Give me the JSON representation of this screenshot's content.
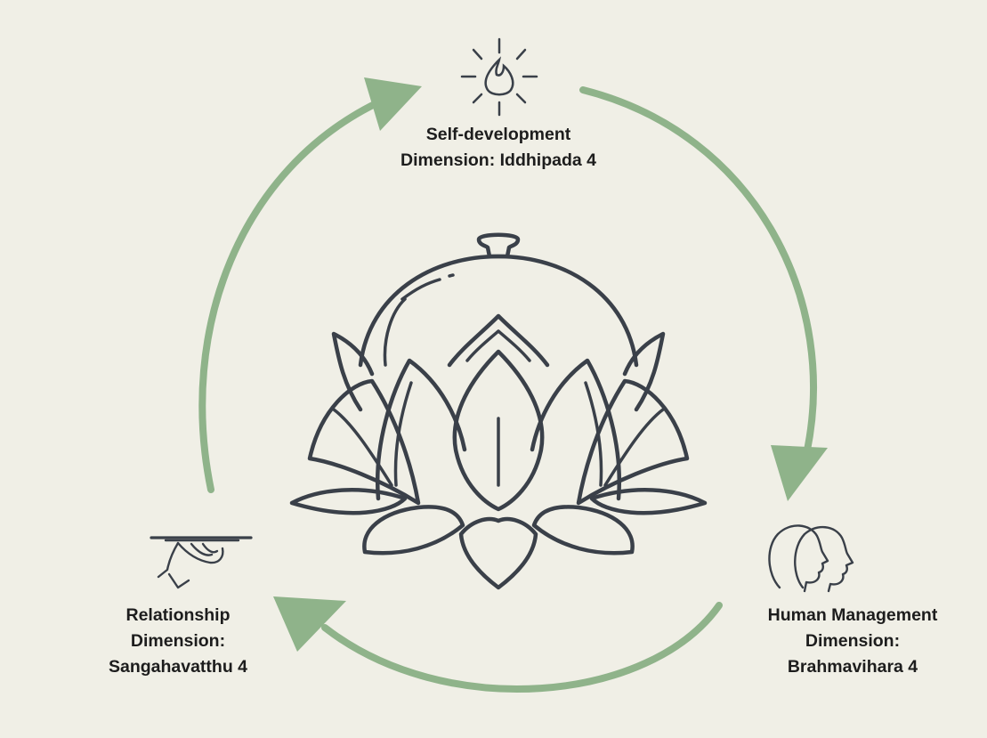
{
  "colors": {
    "background": "#f0efe6",
    "cycle_arrow": "#8fb38a",
    "line_art": "#3a4049",
    "text": "#1d1d1d"
  },
  "nodes": {
    "self_development": {
      "icon": "flame-sun-icon",
      "line1": "Self-development",
      "line2": "Dimension: Iddhipada 4"
    },
    "relationship": {
      "icon": "serving-tray-hand-icon",
      "line1": "Relationship",
      "line2": "Dimension:",
      "line3": "Sangahavatthu 4"
    },
    "human_management": {
      "icon": "two-heads-profile-icon",
      "line1": "Human Management",
      "line2": "Dimension:",
      "line3": "Brahmavihara 4"
    }
  },
  "center": {
    "icon": "lotus-under-cloche-icon"
  }
}
